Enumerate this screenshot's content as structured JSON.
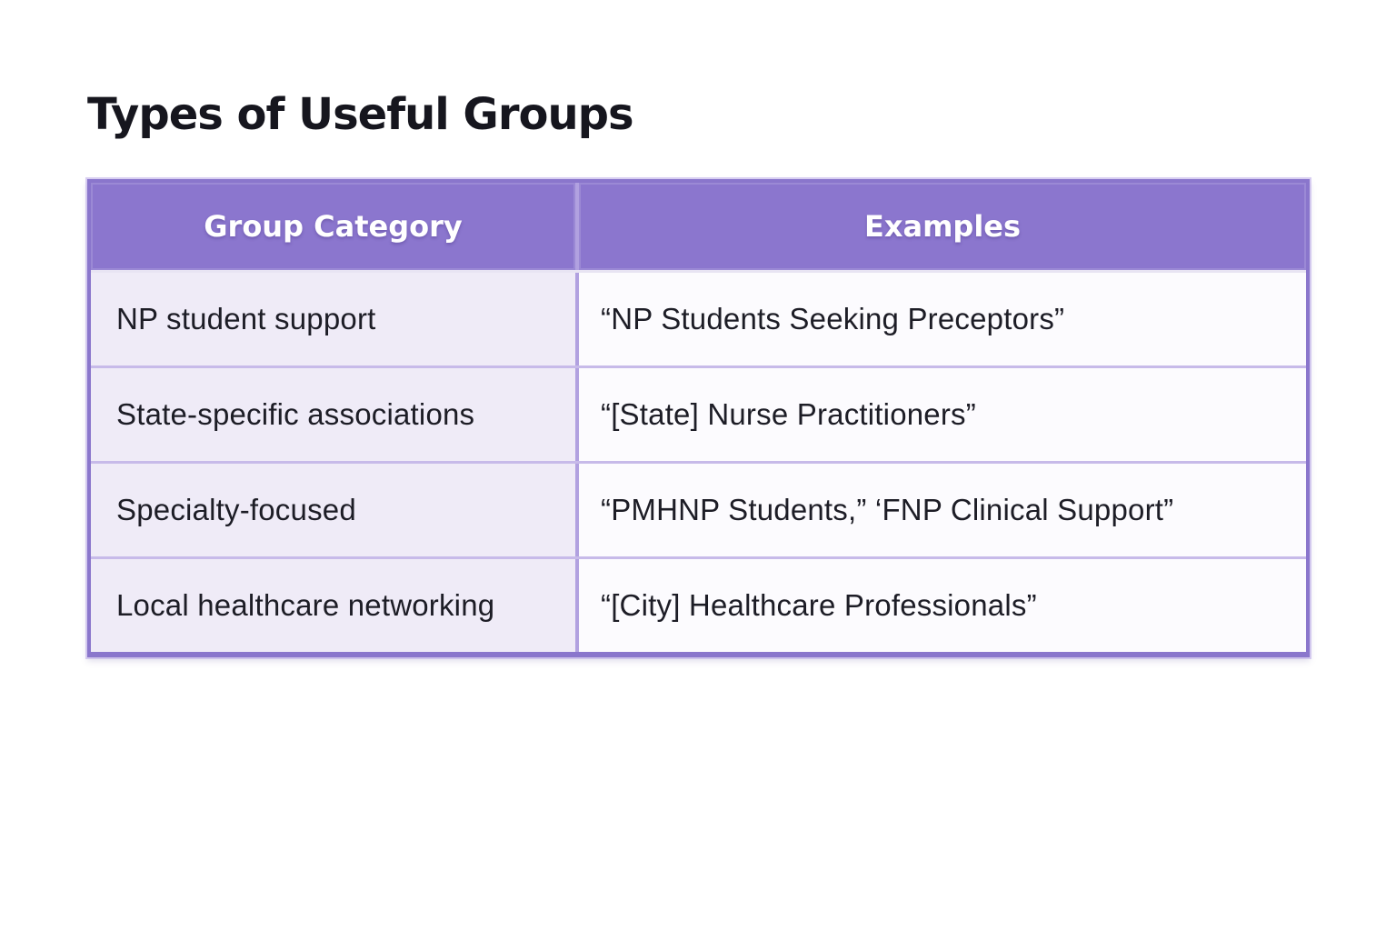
{
  "slide": {
    "title": "Types of Useful Groups"
  },
  "table": {
    "headers": [
      {
        "label": "Group Category"
      },
      {
        "label": "Examples"
      }
    ],
    "rows": [
      {
        "category": "NP student support",
        "example": "“NP Students Seeking Preceptors”"
      },
      {
        "category": "State-specific associations",
        "example": "“[State] Nurse Practitioners”"
      },
      {
        "category": "Specialty-focused",
        "example": "“PMHNP Students,” ‘FNP Clinical Support”"
      },
      {
        "category": "Local healthcare networking",
        "example": "“[City] Healthcare Professionals”"
      }
    ]
  },
  "colors": {
    "header_bg": "#8b76ce",
    "header_text": "#ffffff",
    "category_cell_bg": "#efebf7",
    "example_cell_bg": "#fcfbfe",
    "outer_border": "#8a76cc",
    "row_divider": "#c7bae9",
    "column_divider": "#b1a1e0",
    "title_text": "#16161e",
    "body_text": "#1d1d26",
    "page_background": "#ffffff"
  }
}
